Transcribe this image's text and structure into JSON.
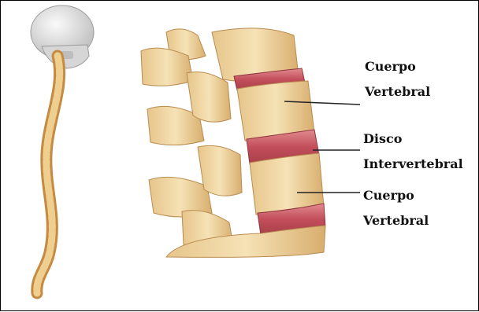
{
  "labels": {
    "top": {
      "line1": "Cuerpo",
      "line2": "Vertebral"
    },
    "middle": {
      "line1": "Disco",
      "line2": "Intervertebral"
    },
    "bottom": {
      "line1": "Cuerpo",
      "line2": "Vertebral"
    }
  },
  "colors": {
    "bone": "#eed29c",
    "bone_shadow": "#c99a5a",
    "disc": "#c9606a",
    "skull": "#e6e6e6",
    "leader_line": "#222222"
  }
}
